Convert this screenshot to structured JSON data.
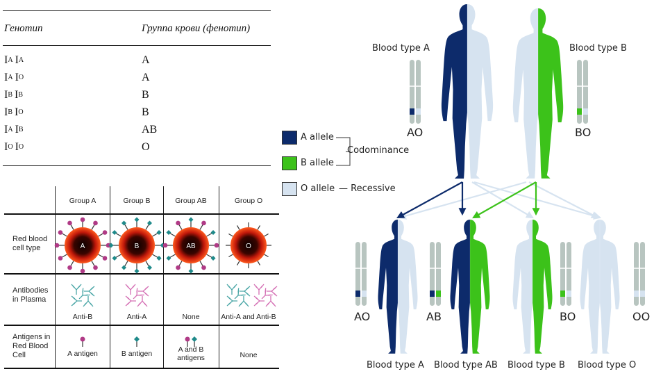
{
  "genotype_table": {
    "header_genotype": "Генотип",
    "header_phenotype": "Группа крови (фенотип)",
    "rows": [
      {
        "a1": "I",
        "s1": "A",
        "a2": "I",
        "s2": "A",
        "phenotype": "A"
      },
      {
        "a1": "I",
        "s1": "A",
        "a2": "I",
        "s2": "O",
        "phenotype": "A"
      },
      {
        "a1": "I",
        "s1": "B",
        "a2": "I",
        "s2": "B",
        "phenotype": "B"
      },
      {
        "a1": "I",
        "s1": "B",
        "a2": "I",
        "s2": "O",
        "phenotype": "B"
      },
      {
        "a1": "I",
        "s1": "A",
        "a2": "I",
        "s2": "B",
        "phenotype": "AB"
      },
      {
        "a1": "I",
        "s1": "O",
        "a2": "I",
        "s2": "O",
        "phenotype": "O"
      }
    ]
  },
  "blood_groups": {
    "columns": [
      "Group A",
      "Group B",
      "Group AB",
      "Group O"
    ],
    "row_labels": {
      "rbc": [
        "Red blood",
        "cell type"
      ],
      "antibodies": [
        "Antibodies",
        "in Plasma"
      ],
      "antigens": [
        "Antigens in",
        "Red Blood",
        "Cell"
      ]
    },
    "cell_letters": [
      "A",
      "B",
      "AB",
      "O"
    ],
    "antibodies": [
      "Anti-B",
      "Anti-A",
      "None",
      "Anti-A and Anti-B"
    ],
    "antigens": [
      "A antigen",
      "B antigen",
      "A and B",
      "antigens",
      "None"
    ]
  },
  "inheritance": {
    "parent_left": "Blood type A",
    "parent_right": "Blood type B",
    "parent_left_genotype": "AO",
    "parent_right_genotype": "BO",
    "legend": {
      "a_allele": "A allele",
      "b_allele": "B allele",
      "o_allele": "O allele",
      "codominance": "Codominance",
      "recessive": "— Recessive"
    },
    "children": [
      {
        "genotype": "AO",
        "label": "Blood type A"
      },
      {
        "genotype": "AB",
        "label": "Blood type AB"
      },
      {
        "genotype": "BO",
        "label": "Blood type B"
      },
      {
        "genotype": "OO",
        "label": "Blood type O"
      }
    ],
    "colors": {
      "a": "#0d2b6b",
      "b": "#3cc21a",
      "o": "#d6e3f0",
      "chromosome": "#b8c5c0"
    }
  }
}
